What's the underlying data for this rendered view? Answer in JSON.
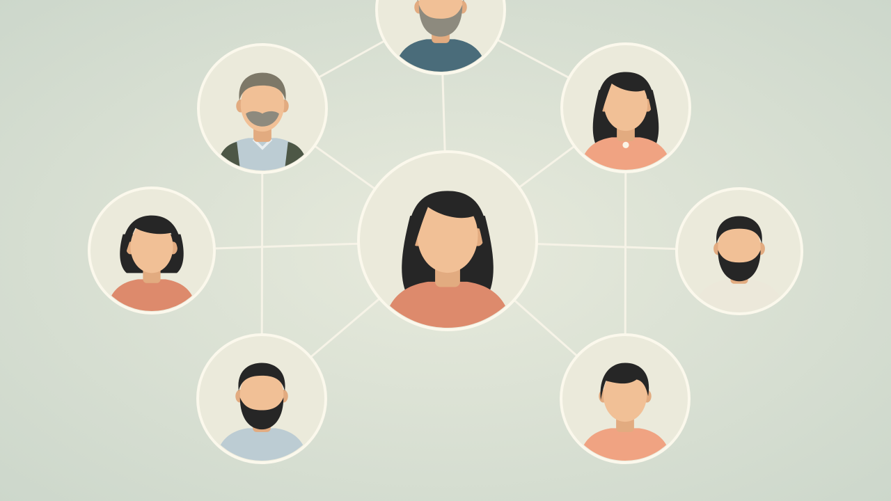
{
  "colors": {
    "background_center": "#e7eadc",
    "background_edge": "#cbd6ca",
    "link_stroke": "#f6f3e7",
    "node_fill": "#ebeadb",
    "node_ring": "#fbf8ec",
    "skin": "#f1c096",
    "skin_shadow": "#e2ab80",
    "hair_dark": "#262626",
    "hair_gray": "#7d7868",
    "beard_gray": "#8d8a7e",
    "shirt_teal": "#4a6c7a",
    "shirt_coral": "#dd8a6c",
    "shirt_light_blue": "#bcccd3",
    "shirt_cream": "#ece8da",
    "shirt_peach": "#f0a382",
    "vest_olive": "#4d5746"
  },
  "people": [
    {
      "id": "center-woman",
      "icon": "woman-long-hair-avatar-icon",
      "hair": "long",
      "hair_color": "hair_dark",
      "facial_hair": "none",
      "shirt": "shirt_coral"
    },
    {
      "id": "top-man",
      "icon": "bearded-man-avatar-icon",
      "hair": "short",
      "hair_color": "hair_gray",
      "facial_hair": "full-gray",
      "shirt": "shirt_teal"
    },
    {
      "id": "upper-left-man",
      "icon": "older-man-mustache-avatar-icon",
      "hair": "short",
      "hair_color": "hair_gray",
      "facial_hair": "mustache",
      "shirt": "shirt_light_blue"
    },
    {
      "id": "upper-right-woman",
      "icon": "woman-long-hair-avatar-icon",
      "hair": "long",
      "hair_color": "hair_dark",
      "facial_hair": "none",
      "shirt": "shirt_peach"
    },
    {
      "id": "left-woman",
      "icon": "woman-bob-hair-avatar-icon",
      "hair": "bob",
      "hair_color": "hair_dark",
      "facial_hair": "none",
      "shirt": "shirt_coral"
    },
    {
      "id": "right-man",
      "icon": "bearded-man-avatar-icon",
      "hair": "short",
      "hair_color": "hair_dark",
      "facial_hair": "beard",
      "shirt": "shirt_cream"
    },
    {
      "id": "lower-left-man",
      "icon": "bearded-man-avatar-icon",
      "hair": "short",
      "hair_color": "hair_dark",
      "facial_hair": "beard",
      "shirt": "shirt_light_blue"
    },
    {
      "id": "lower-right-woman",
      "icon": "woman-short-hair-avatar-icon",
      "hair": "pixie",
      "hair_color": "hair_dark",
      "facial_hair": "none",
      "shirt": "shirt_peach"
    }
  ],
  "links": [
    [
      "center-woman",
      "top-man"
    ],
    [
      "center-woman",
      "upper-left-man"
    ],
    [
      "center-woman",
      "upper-right-woman"
    ],
    [
      "center-woman",
      "left-woman"
    ],
    [
      "center-woman",
      "right-man"
    ],
    [
      "center-woman",
      "lower-left-man"
    ],
    [
      "center-woman",
      "lower-right-woman"
    ],
    [
      "upper-left-man",
      "top-man"
    ],
    [
      "top-man",
      "upper-right-woman"
    ],
    [
      "upper-left-man",
      "lower-left-man"
    ],
    [
      "upper-right-woman",
      "lower-right-woman"
    ]
  ]
}
